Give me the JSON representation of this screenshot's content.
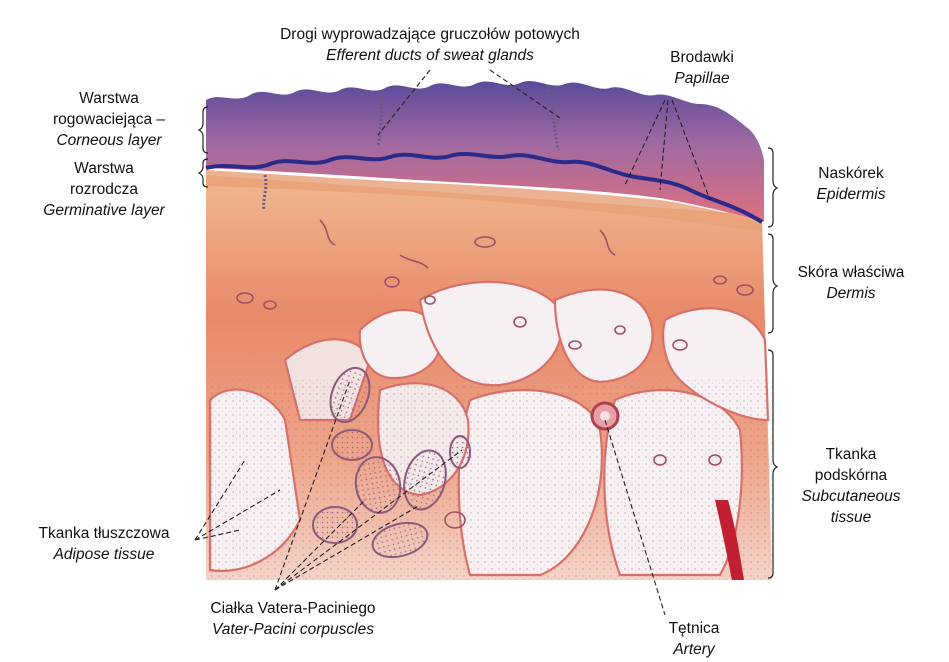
{
  "figure": {
    "labels": {
      "sweat_ducts": {
        "pl": "Drogi wyprowadzające gruczołów potowych",
        "en": "Efferent ducts of sweat glands"
      },
      "papillae": {
        "pl": "Brodawki",
        "en": "Papillae"
      },
      "corneous": {
        "pl1": "Warstwa",
        "pl2": "rogowaciejąca –",
        "en": "Corneous layer"
      },
      "germinative": {
        "pl1": "Warstwa",
        "pl2": "rozrodcza",
        "en": "Germinative layer"
      },
      "epidermis": {
        "pl": "Naskórek",
        "en": "Epidermis"
      },
      "dermis": {
        "pl": "Skóra właściwa",
        "en": "Dermis"
      },
      "subcutaneous": {
        "pl1": "Tkanka",
        "pl2": "podskórna",
        "en1": "Subcutaneous",
        "en2": "tissue"
      },
      "adipose": {
        "pl": "Tkanka tłuszczowa",
        "en": "Adipose tissue"
      },
      "pacini": {
        "pl": "Ciałka Vatera-Paciniego",
        "en": "Vater-Pacini corpuscles"
      },
      "artery": {
        "pl": "Tętnica",
        "en": "Artery"
      }
    },
    "colors": {
      "corneous": "#8a5aa0",
      "basal_line": "#2a2a8a",
      "dermis": "#e8a088",
      "adipose": "#f4eef0",
      "septa": "#d8706a",
      "corpuscle": "#d9b0c8"
    }
  }
}
